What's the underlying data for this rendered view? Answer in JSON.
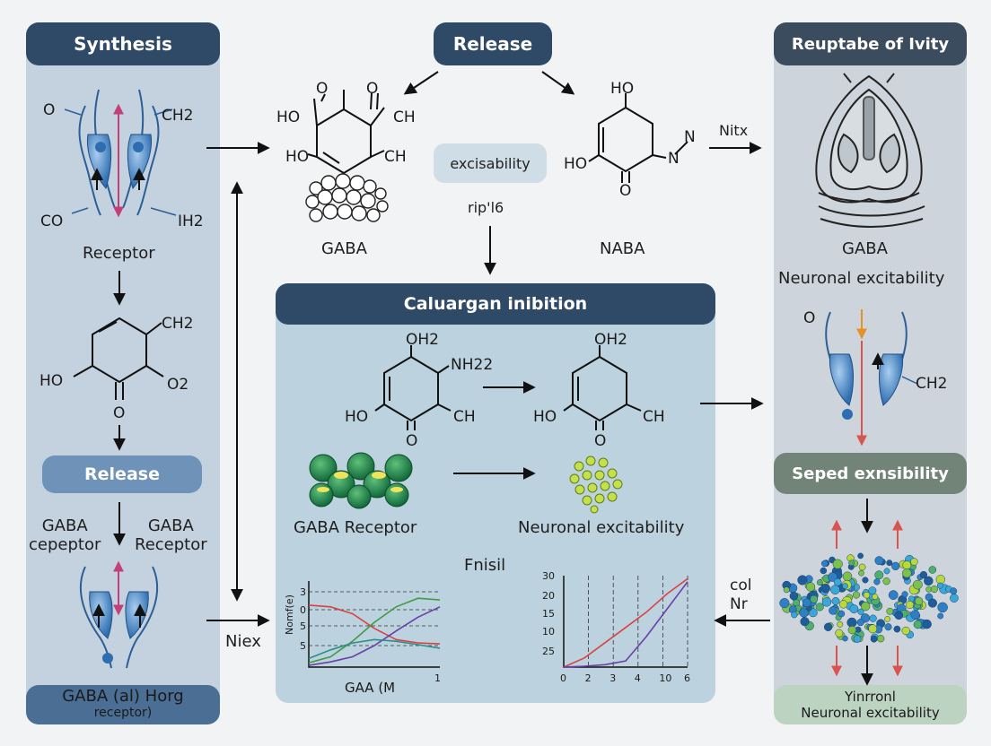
{
  "left_panel": {
    "header": "Synthesis",
    "top_diagram": {
      "o_left": "O",
      "ch2": "CH2",
      "co": "CO",
      "ih2": "IH2"
    },
    "receptor_label": "Receptor",
    "molecule": {
      "ch2": "CH2",
      "ho": "HO",
      "o2": "O2",
      "o": "O"
    },
    "release_label": "Release",
    "gaba_left": "GABA\ncepeptor",
    "gaba_right": "GABA\nReceptor",
    "footer_line1": "GABA (al) Horg",
    "footer_line2": "receptor)"
  },
  "top_center": {
    "header": "Release",
    "mol_left": {
      "o1": "O",
      "o2": "O",
      "ho1": "HO",
      "ch1": "CH",
      "ho2": "HO",
      "ch2": "CH"
    },
    "gaba_label": "GABA",
    "exc_pill": "excisability",
    "rip_label": "rip'l6",
    "mol_right": {
      "ho": "HO",
      "ho2": "HO",
      "o": "O",
      "n": "N",
      "n2": "N"
    },
    "naba_label": "NABA",
    "nitx_label": "Nitx"
  },
  "center_panel": {
    "header": "Caluargan inibition",
    "mol_a": {
      "oh2": "OH2",
      "nh2": "NH22",
      "ho": "HO",
      "ch": "CH",
      "o": "O"
    },
    "mol_b": {
      "oh2": "OH2",
      "ho": "HO",
      "ch": "CH",
      "o": "O"
    },
    "gaba_receptor_label": "GABA Receptor",
    "neuronal_label": "Neuronal excitability",
    "fnisil_label": "Fnisil",
    "niex_label": "Niex",
    "col_nr_label": "col\nNr"
  },
  "right_panel": {
    "header": "Reuptabe of Ivity",
    "gaba_label": "GABA",
    "neuronal_label": "Neuronal excitability",
    "receptor": {
      "o": "O",
      "ch2": "CH2"
    },
    "speed_pill": "Seped exnsibility",
    "footer_line1": "Yinrronl",
    "footer_line2": "Neuronal excitability"
  },
  "chart_data": [
    {
      "type": "line",
      "ylabel": "Nomf(e)",
      "xlabel": "GAA (M",
      "y_ticks": [
        "3",
        "0",
        "5",
        "5"
      ],
      "x_ticks": [
        "1"
      ],
      "series": [
        {
          "color": "#d94343",
          "values": [
            0.72,
            0.7,
            0.62,
            0.45,
            0.32,
            0.28,
            0.27
          ]
        },
        {
          "color": "#3f9b45",
          "values": [
            0.05,
            0.12,
            0.3,
            0.52,
            0.7,
            0.8,
            0.78
          ]
        },
        {
          "color": "#6a3fa8",
          "values": [
            0.02,
            0.06,
            0.12,
            0.25,
            0.42,
            0.58,
            0.7
          ]
        },
        {
          "color": "#2c8f8a",
          "values": [
            0.1,
            0.2,
            0.28,
            0.32,
            0.3,
            0.26,
            0.22
          ]
        }
      ]
    },
    {
      "type": "line",
      "y_ticks": [
        "30",
        "20",
        "15",
        "10",
        "25"
      ],
      "x_ticks": [
        "0",
        "2",
        "3",
        "4",
        "10",
        "6"
      ],
      "series": [
        {
          "color": "#d94343",
          "values": [
            0,
            3,
            8,
            13,
            18,
            24,
            29
          ]
        },
        {
          "color": "#6a3fa8",
          "values": [
            0,
            0.3,
            0.8,
            2,
            10,
            19,
            28
          ]
        }
      ],
      "ylim": [
        0,
        30
      ]
    }
  ]
}
